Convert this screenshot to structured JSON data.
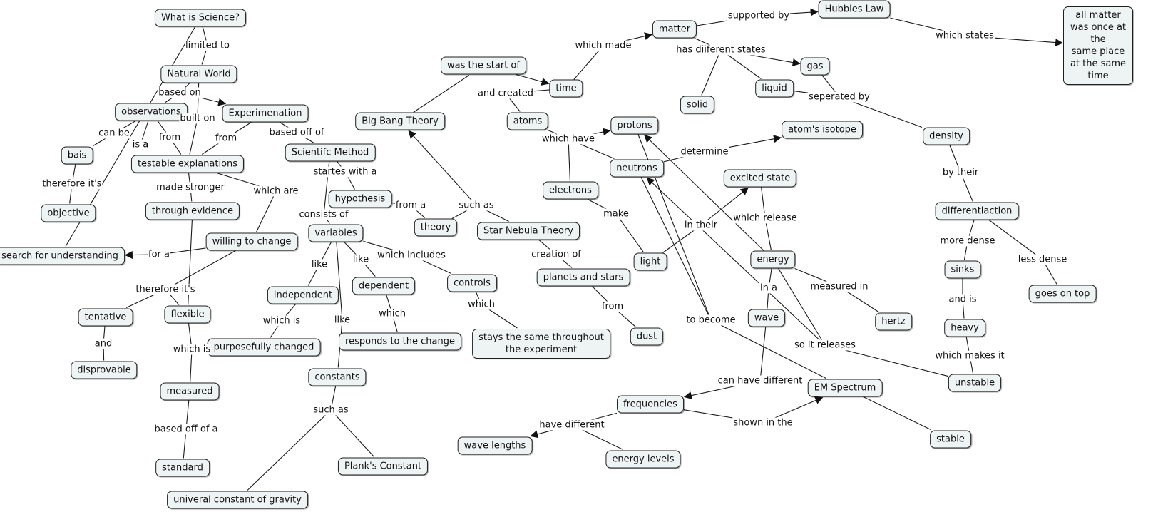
{
  "diagram": {
    "type": "concept-map",
    "nodes": {
      "what_is_science": "What is Science?",
      "natural_world": "Natural World",
      "observations": "observations",
      "experimentation": "Experimenation",
      "bais": "bais",
      "objective": "objective",
      "search_for_understanding": "search for understanding",
      "testable_explanations": "testable explanations",
      "through_evidence": "through evidence",
      "willing_to_change": "willing to change",
      "tentative": "tentative",
      "flexible": "flexible",
      "disprovable": "disprovable",
      "measured": "measured",
      "standard": "standard",
      "scientific_method": "Scientifc Method",
      "hypothesis": "hypothesis",
      "variables": "variables",
      "independent": "independent",
      "dependent": "dependent",
      "controls": "controls",
      "purposefully_changed": "purposefully changed",
      "responds_to_change": "responds to the change",
      "stays_same": "stays the same throughout\nthe experiment",
      "constants": "constants",
      "univeral_constant": "univeral constant of gravity",
      "planks_constant": "Plank's Constant",
      "big_bang": "Big Bang Theory",
      "was_start_of": "was the start of",
      "theory": "theory",
      "star_nebula": "Star Nebula Theory",
      "planets_and_stars": "planets and stars",
      "dust": "dust",
      "time": "time",
      "atoms": "atoms",
      "matter": "matter",
      "hubbles_law": "Hubbles Law",
      "all_matter": "all matter was once at the\nsame place at the same time",
      "solid": "solid",
      "liquid": "liquid",
      "gas": "gas",
      "density": "density",
      "differentiaction": "differentiaction",
      "sinks": "sinks",
      "heavy": "heavy",
      "unstable": "unstable",
      "goes_on_top": "goes on top",
      "stable": "stable",
      "protons": "protons",
      "neutrons": "neutrons",
      "electrons": "electrons",
      "atoms_isotope": "atom's isotope",
      "excited_state": "excited state",
      "light": "light",
      "energy": "energy",
      "wave": "wave",
      "hertz": "hertz",
      "em_spectrum": "EM Spectrum",
      "frequencies": "frequencies",
      "wave_lengths": "wave lengths",
      "energy_levels": "energy levels"
    },
    "links": {
      "limited_to": "limited to",
      "based_on": "based on",
      "built_on": "built on",
      "can_be": "can be",
      "is_a": "is a",
      "from_obs": "from",
      "therefore_its_1": "therefore it's",
      "from_exp": "from",
      "based_off_of": "based off of",
      "made_stronger": "made stronger",
      "which_are": "which are",
      "for_a": "for a",
      "therefore_its_2": "therefore it's",
      "and": "and",
      "which_is_1": "which is",
      "based_off_of_a": "based off of a",
      "startes_with_a": "startes with a",
      "consists_of": "consists of",
      "like_1": "like",
      "like_2": "like",
      "which_includes": "which includes",
      "which_is_2": "which is",
      "which": "which",
      "which_ctrl": "which",
      "like_3": "like",
      "such_as_1": "such as",
      "from_a": "from a",
      "such_as_2": "such as",
      "creation_of": "creation of",
      "from_dust": "from",
      "and_created": "and created",
      "which_made": "which made",
      "supported_by": "supported by",
      "which_states": "which states",
      "has_different_states": "has diiferent states",
      "seperated_by": "seperated by",
      "by_their": "by their",
      "more_dense": "more dense",
      "less_dense": "less dense",
      "and_is": "and is",
      "which_makes_it": "which makes it",
      "which_have": "which have",
      "determine": "determine",
      "make": "make",
      "in_their": "in their",
      "which_release": "which release",
      "measured_in": "measured in",
      "in_a": "in a",
      "to_become": "to become",
      "so_it_releases": "so it releases",
      "can_have_different": "can have different",
      "have_different": "have different",
      "shown_in_the": "shown in the"
    }
  },
  "colors": {
    "node_fill": "#eef3f3",
    "node_border": "#1f1f1f",
    "line": "#1a1a1a",
    "label_bg": "#ffffff"
  }
}
